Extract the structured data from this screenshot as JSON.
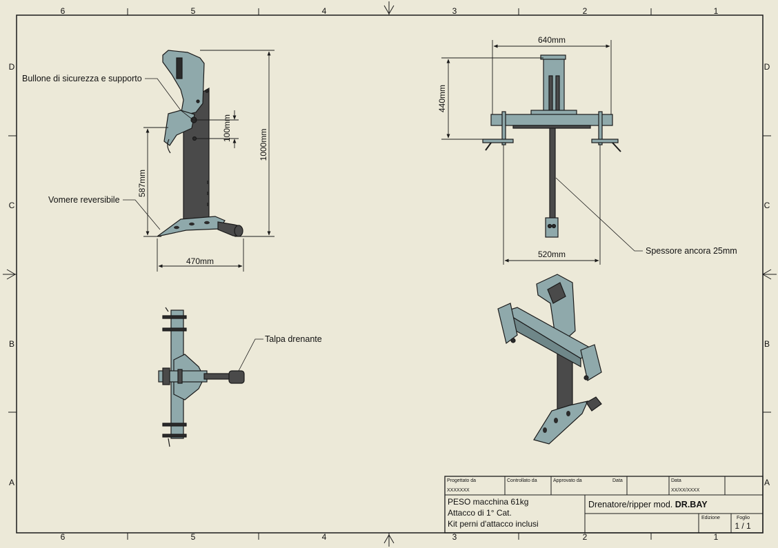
{
  "zones": {
    "columns": [
      "6",
      "5",
      "4",
      "3",
      "2",
      "1"
    ],
    "rows": [
      "D",
      "C",
      "B",
      "A"
    ]
  },
  "dimensions": {
    "top_width": "640mm",
    "top_height": "440mm",
    "bottom_width": "520mm",
    "side_total_height": "1000mm",
    "side_lower_height": "587mm",
    "side_hole_spacing": "100mm",
    "side_base_width": "470mm"
  },
  "callouts": {
    "safety_bolt": "Bullone di sicurezza e supporto",
    "reversible_share": "Vomere reversibile",
    "mole_drain": "Talpa drenante",
    "anchor_thickness": "Spessore ancora 25mm"
  },
  "title_block": {
    "designed_by_label": "Progettato da",
    "designed_by_value": "XXXXXXX",
    "checked_by_label": "Controllato da",
    "approved_by_label": "Approvato da",
    "date_label_1": "Data",
    "date_label_2": "Data",
    "date_value": "XX/XX/XXXX",
    "notes": [
      "PESO macchina 61kg",
      "Attacco di 1° Cat.",
      "Kit perni d'attacco inclusi"
    ],
    "title_prefix": "Drenatore/ripper mod.",
    "title_model": "DR.BAY",
    "edition_label": "Edizione",
    "sheet_label": "Foglio",
    "sheet_value": "1 / 1"
  },
  "colors": {
    "paper": "#ece9d8",
    "line": "#1a1a1a",
    "steel_blue": "#8fa9ab",
    "dark_steel": "#4a4a4a",
    "hole": "#2b2b2b"
  }
}
